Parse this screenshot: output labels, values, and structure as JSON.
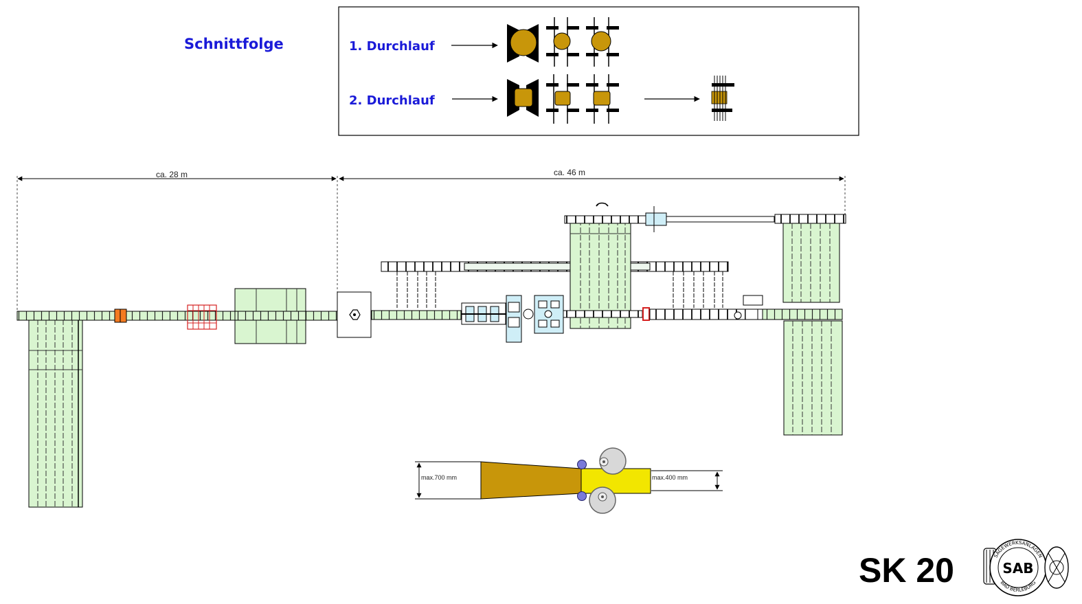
{
  "schnittfolge": {
    "title": "Schnittfolge",
    "pass1": "1. Durchlauf",
    "pass2": "2. Durchlauf"
  },
  "dimensions": {
    "left_span": "ca. 28 m",
    "right_span": "ca. 46 m"
  },
  "detail": {
    "inlet_label": "max.700 mm",
    "outlet_label": "max.400 mm"
  },
  "model": "SK 20",
  "logo": {
    "initials": "SAB",
    "arc_top": "SÄGEWERKSANLAGEN",
    "arc_bottom": "BAD BERLEBURG"
  },
  "colors": {
    "conveyor_fill": "#d9f5d0",
    "machine_fill": "#cfeef7",
    "log_fill": "#c8960a",
    "log_outlet": "#f2e600",
    "orange_unit": "#f47b20",
    "red_unit": "#d62020",
    "title_blue": "#1a1ad8"
  }
}
